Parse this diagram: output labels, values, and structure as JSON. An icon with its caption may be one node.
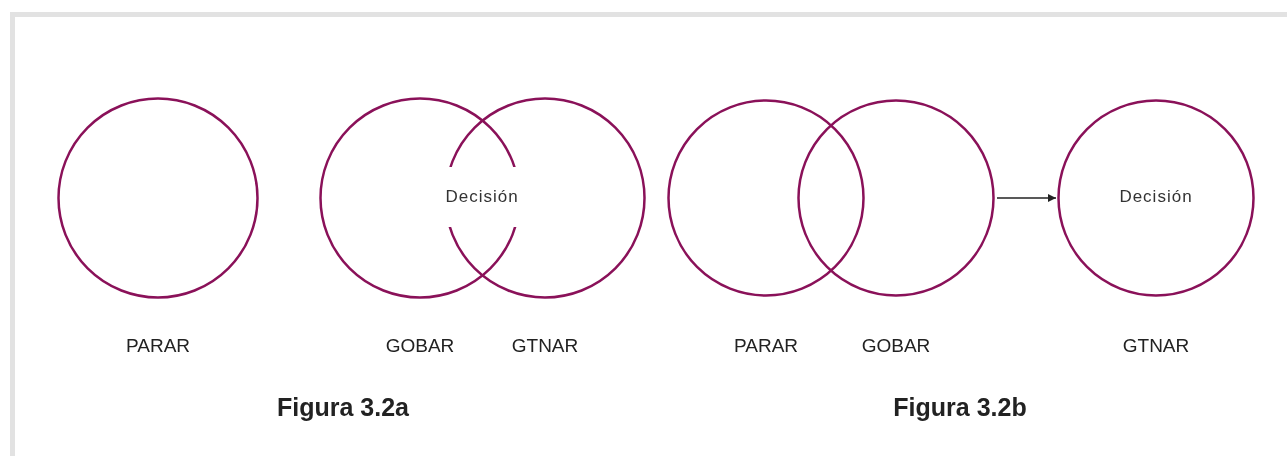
{
  "diagram": {
    "nodes": [
      {
        "text": [],
        "shape": "circle",
        "beside": [
          "PARAR"
        ]
      },
      {
        "text": [],
        "shape": "circle",
        "beside": [
          "GOBAR"
        ]
      },
      {
        "text": [],
        "shape": "circle",
        "beside": [
          "GTNAR"
        ]
      },
      {
        "text": [],
        "shape": "circle",
        "beside": [
          "PARAR"
        ]
      },
      {
        "text": [],
        "shape": "circle",
        "beside": [
          "GOBAR"
        ]
      },
      {
        "text": [
          "Decisión"
        ],
        "beside": [
          "GTNAR"
        ]
      }
    ],
    "edges": [
      {
        "from": 4,
        "to": 5,
        "arrow": "to"
      }
    ],
    "labels": [
      "Decisión",
      "Figura 3.2a",
      "Figura 3.2b"
    ]
  }
}
